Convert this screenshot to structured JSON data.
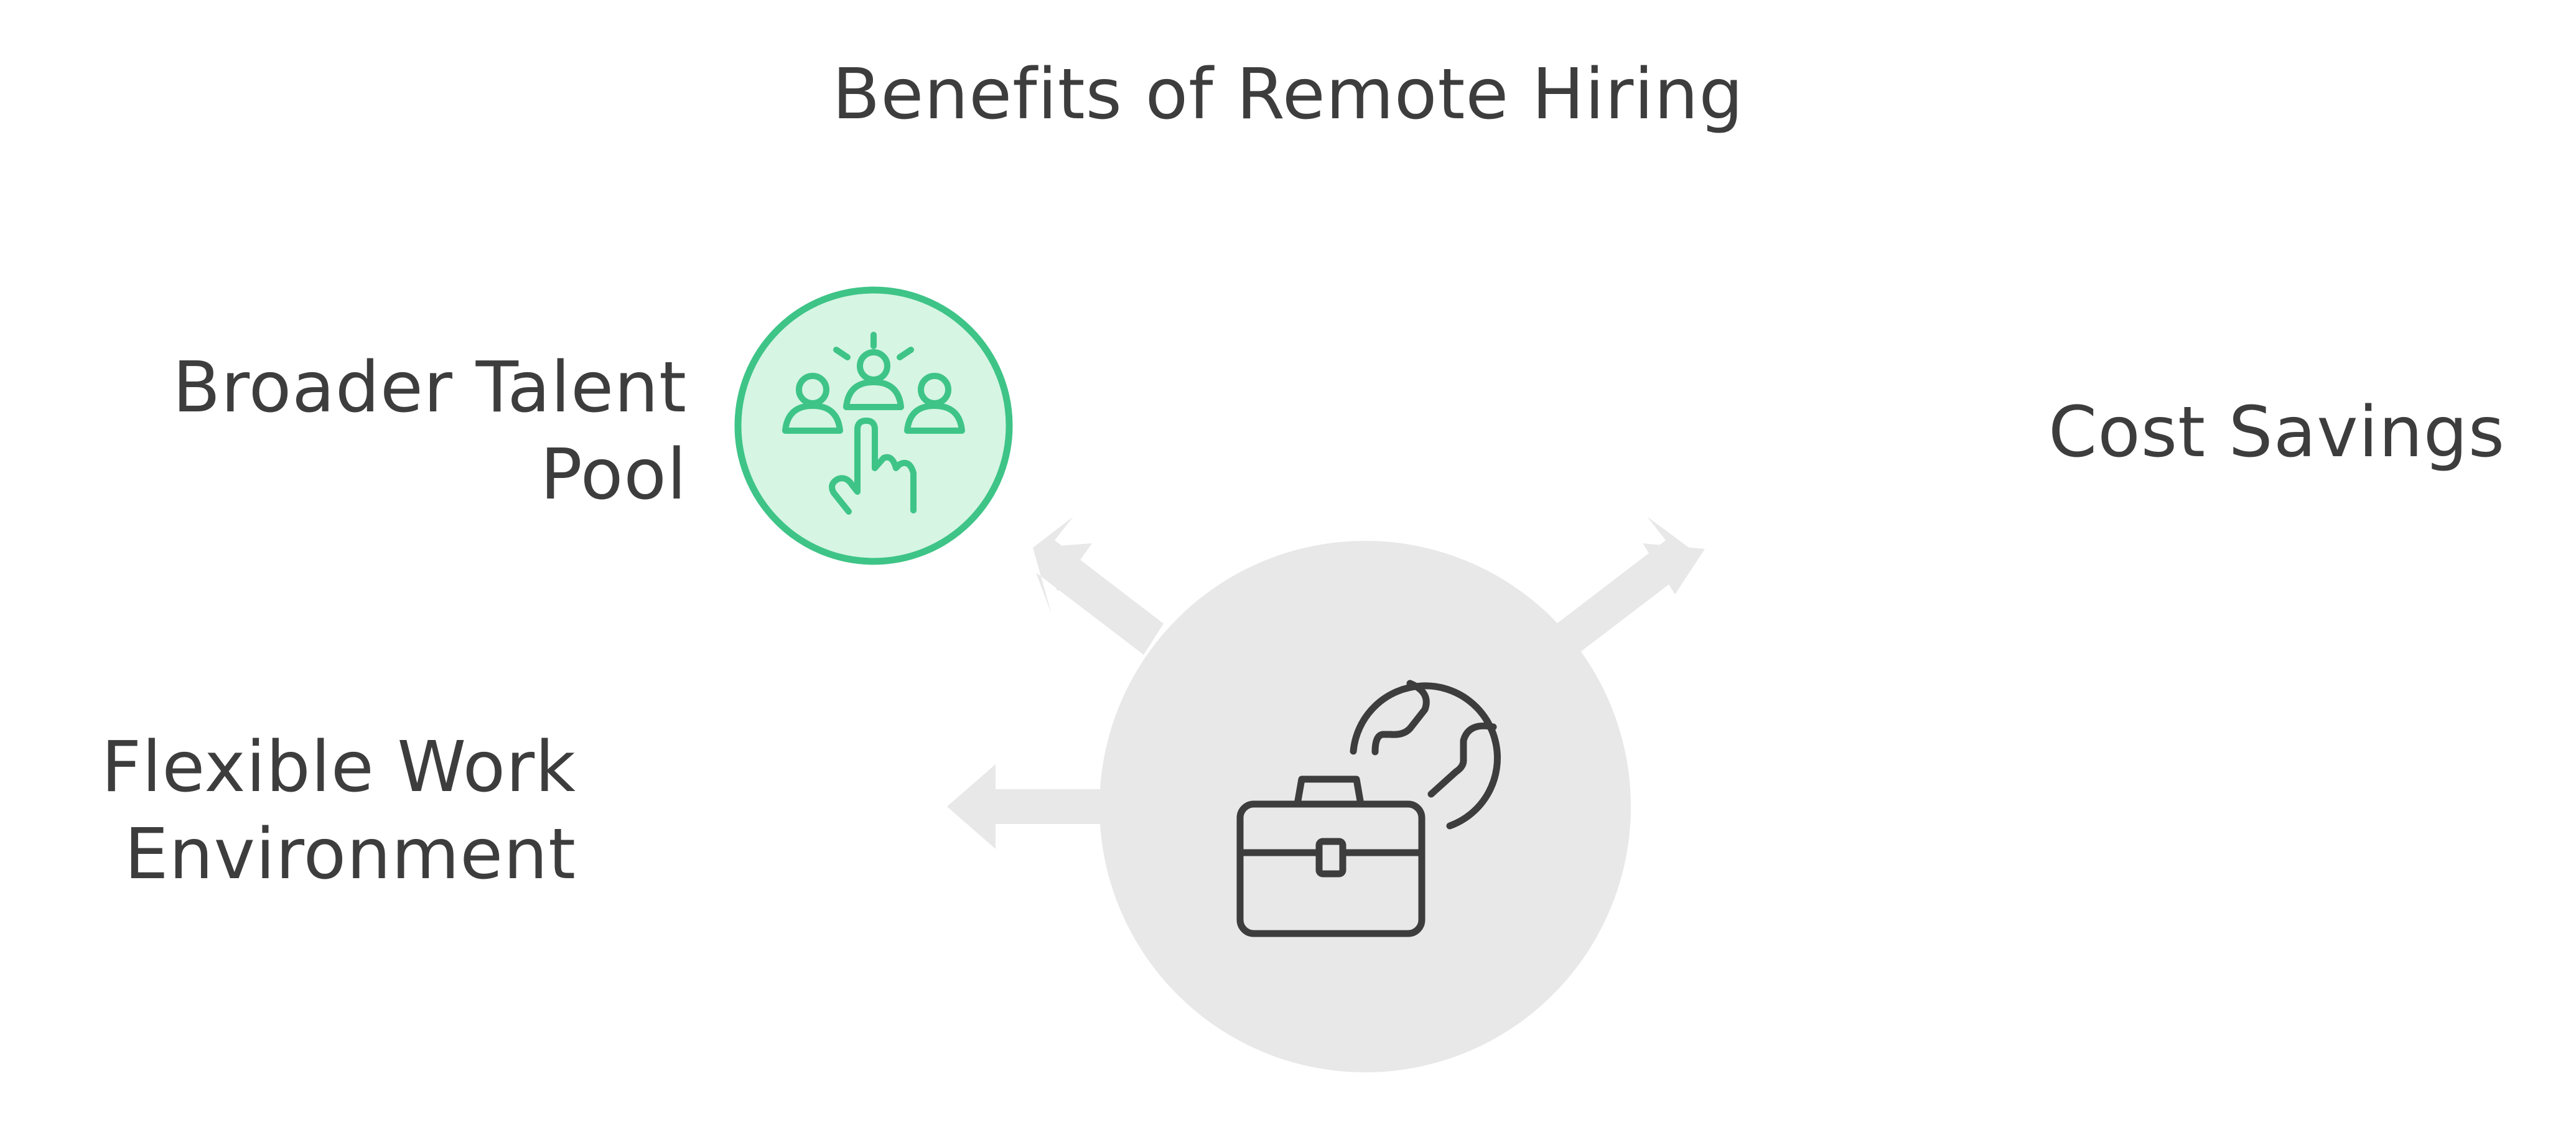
{
  "title": "Benefits of Remote Hiring",
  "center": {
    "icon": "briefcase-globe-icon"
  },
  "benefits": [
    {
      "lines": [
        "Broader Talent",
        "Pool"
      ],
      "icon": "talent-selection-icon",
      "fill": "#d6f5e3",
      "stroke": "#3ec487"
    },
    {
      "lines": [
        "Flexible Work",
        "Environment"
      ],
      "icon": "remote-work-laptop-icon",
      "fill": "#eaf5d3",
      "stroke": "#8dc43f"
    },
    {
      "lines": [
        "Cost Savings"
      ],
      "icon": "piggy-bank-coins-icon",
      "fill": "#fdf8cf",
      "stroke": "#e3cf1c"
    }
  ],
  "colors": {
    "center_fill": "#e8e8e8",
    "arrow": "#e8e8e8",
    "ink": "#3d3d3d"
  }
}
